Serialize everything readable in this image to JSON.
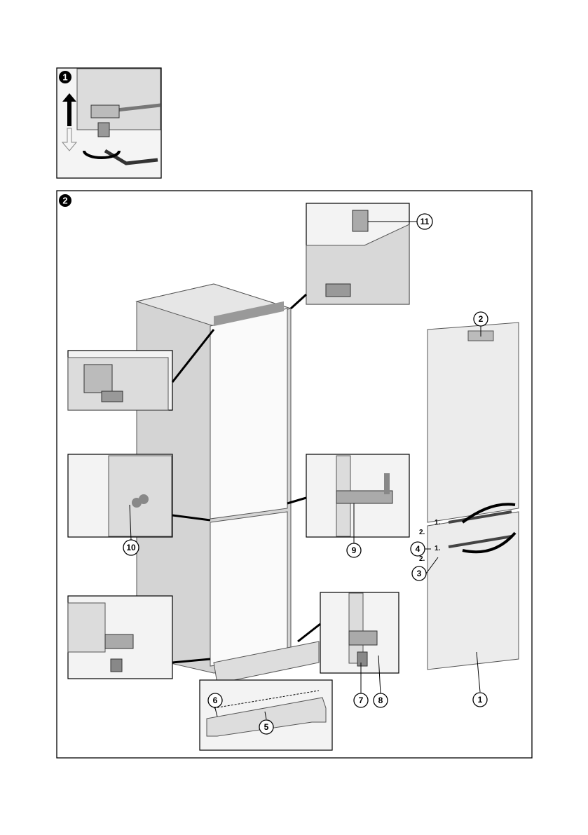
{
  "steps": [
    {
      "label": "1"
    },
    {
      "label": "2"
    }
  ],
  "callouts": {
    "c1": "1",
    "c2": "2",
    "c3": "3",
    "c4": "4",
    "c5": "5",
    "c6": "6",
    "c7": "7",
    "c8": "8",
    "c9": "9",
    "c10": "10",
    "c11": "11"
  },
  "hinge_marks": {
    "upper_1": "1.",
    "upper_2": "2.",
    "lower_1": "1.",
    "lower_2": "2."
  },
  "colors": {
    "line": "#000000",
    "panel": "#d4d4d4",
    "door": "#ececec"
  }
}
